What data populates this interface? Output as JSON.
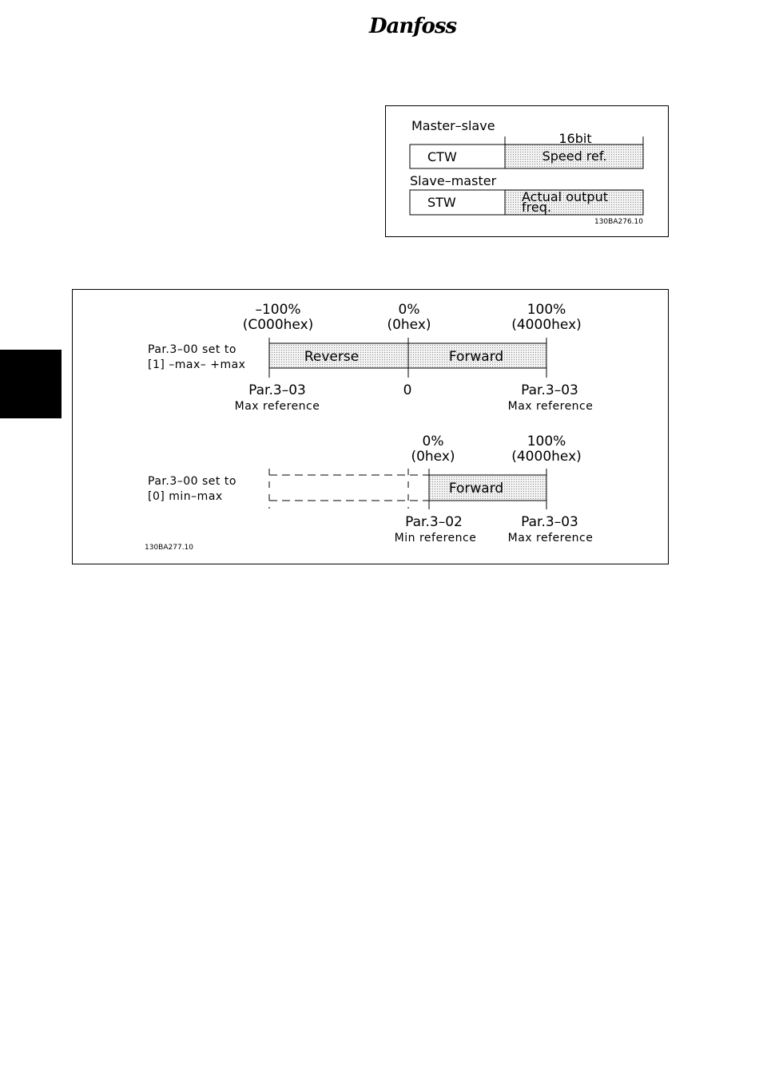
{
  "header": {
    "brand": "Danfoss"
  },
  "telegram_figure": {
    "master_slave_label": "Master–slave",
    "bit_label": "16bit",
    "ctw": "CTW",
    "speed_ref": "Speed ref.",
    "slave_master_label": "Slave–master",
    "stw": "STW",
    "actual_output_line1": "Actual output",
    "actual_output_line2": "freq.",
    "figure_id": "130BA276.10"
  },
  "reference_figure": {
    "row1": {
      "setting_line1": "Par.3–00 set to",
      "setting_line2": "[1] –max– +max",
      "left_pct": "–100%",
      "left_hex": "(C000hex)",
      "mid_pct": "0%",
      "mid_hex": "(0hex)",
      "right_pct": "100%",
      "right_hex": "(4000hex)",
      "reverse": "Reverse",
      "forward": "Forward",
      "left_par": "Par.3–03",
      "left_ref": "Max reference",
      "mid_value": "0",
      "right_par": "Par.3–03",
      "right_ref": "Max reference"
    },
    "row2": {
      "setting_line1": "Par.3–00 set to",
      "setting_line2": "[0] min–max",
      "mid_pct": "0%",
      "mid_hex": "(0hex)",
      "right_pct": "100%",
      "right_hex": "(4000hex)",
      "forward": "Forward",
      "min_par": "Par.3–02",
      "min_ref": "Min reference",
      "right_par": "Par.3–03",
      "right_ref": "Max reference"
    },
    "figure_id": "130BA277.10"
  }
}
